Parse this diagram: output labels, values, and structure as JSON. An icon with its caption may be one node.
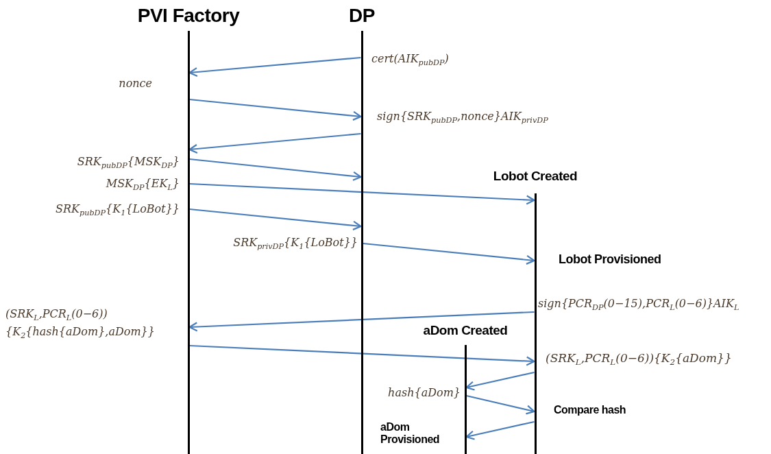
{
  "diagram": {
    "nodes": [
      {
        "text": [
          "PVI Factory"
        ]
      },
      {
        "text": [
          "DP"
        ]
      },
      {
        "text": [
          "Lobot Created"
        ]
      },
      {
        "text": [
          "aDom Created"
        ]
      }
    ],
    "edges": [
      {
        "from": 1,
        "to": 0,
        "arrow": "to",
        "label": "cert(AIK$_{pubDP}$)"
      },
      {
        "from": 0,
        "to": 1,
        "arrow": "to",
        "label": "nonce"
      },
      {
        "from": 1,
        "to": 0,
        "arrow": "to",
        "label": "sign{SRK$_{pubDP}$,nonce}AIK$_{privDP}$"
      },
      {
        "from": 0,
        "to": 1,
        "arrow": "to",
        "label": "SRK$_{pubDP}${MSK$_{DP}$}"
      },
      {
        "from": 0,
        "to": 2,
        "arrow": "to",
        "label": "MSK$_{DP}${EK$_{L}$}"
      },
      {
        "from": 0,
        "to": 1,
        "arrow": "to",
        "label": "SRK$_{pubDP}${K$_{1}${LoBot}}"
      },
      {
        "from": 1,
        "to": 2,
        "arrow": "to",
        "label": "SRK$_{privDP}${K$_{1}${LoBot}}"
      },
      {
        "from": 2,
        "to": 0,
        "arrow": "to",
        "label": "sign{PCR$_{DP}$(0−15),PCR$_{L}$(0−6)}AIK$_{L}$"
      },
      {
        "from": 0,
        "to": 2,
        "arrow": "to",
        "label": "(SRK$_{L}$,PCR$_{L}$(0−6)) {K$_{2}${hash{aDom},aDom}}"
      },
      {
        "from": 2,
        "to": 3,
        "arrow": "to"
      },
      {
        "from": 3,
        "to": 2,
        "arrow": "to",
        "label": "hash{aDom}"
      },
      {
        "from": 2,
        "to": 3,
        "arrow": "to"
      }
    ],
    "labels": [
      "Lobot Provisioned",
      "(SRK$_{L}$,PCR$_{L}$(0−6)){K$_{2}${aDom}}",
      "Compare hash",
      "aDom Provisioned"
    ]
  }
}
